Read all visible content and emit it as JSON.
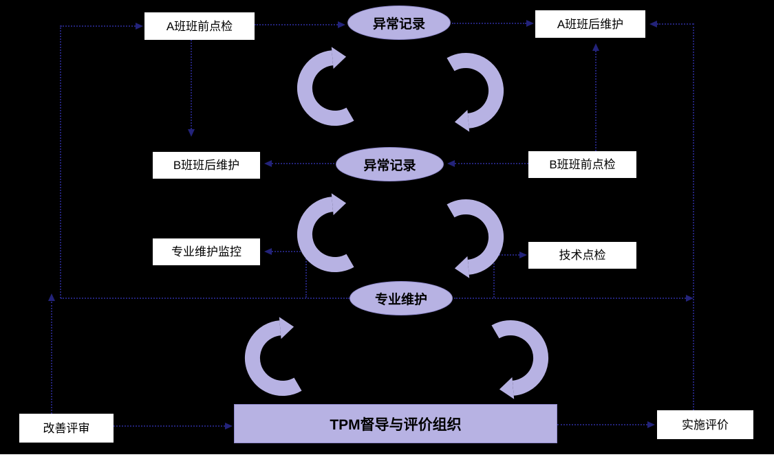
{
  "nodes": {
    "a_pre_check": "A班班前点检",
    "abnormal_top": "异常记录",
    "a_post_maint": "A班班后维护",
    "b_post_maint": "B班班后维护",
    "abnormal_mid": "异常记录",
    "b_pre_check": "B班班前点检",
    "pro_maint_monitor": "专业维护监控",
    "tech_check": "技术点检",
    "pro_maint": "专业维护",
    "tpm_org": "TPM督导与评价组织",
    "improve_review": "改善评审",
    "impl_eval": "实施评价"
  },
  "colors": {
    "background": "#000000",
    "node_fill": "#b7b2e3",
    "box_fill": "#ffffff",
    "connector": "#23237a",
    "text": "#000000"
  }
}
